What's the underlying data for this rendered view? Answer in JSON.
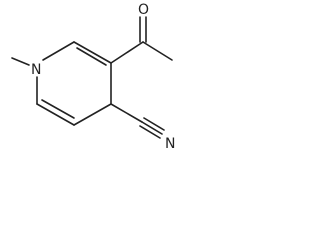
{
  "molecule": {
    "atoms": {
      "ring_nitrogen": "N",
      "carbonyl_oxygen": "O",
      "nitrile_nitrogen": "N"
    },
    "bond_color": "#222222",
    "background": "#ffffff"
  }
}
